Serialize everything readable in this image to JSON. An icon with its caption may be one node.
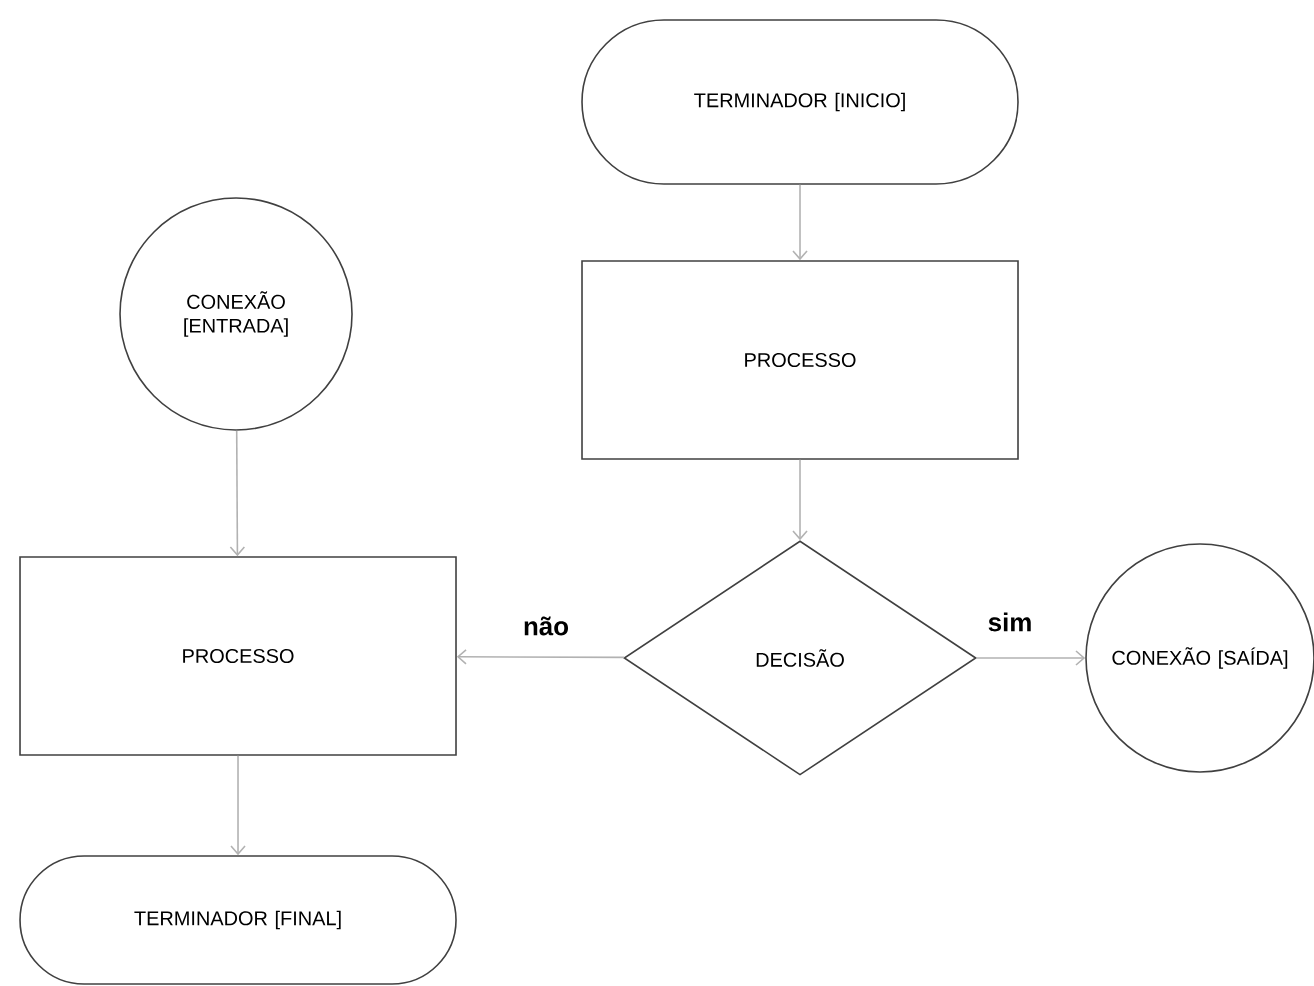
{
  "diagram": {
    "nodes": [
      {
        "text": [
          "TERMINADOR [INICIO]"
        ]
      },
      {
        "text": [
          "CONEXÃO [ENTRADA]"
        ]
      },
      {
        "text": [
          "PROCESSO"
        ]
      },
      {
        "text": [
          "PROCESSO"
        ]
      },
      {
        "text": [
          "DECISÃO"
        ]
      },
      {
        "text": [
          "CONEXÃO [SAÍDA]"
        ]
      },
      {
        "text": [
          "TERMINADOR [FINAL]"
        ]
      }
    ],
    "edges": [
      {
        "from": 0,
        "to": 2,
        "arrow": "to"
      },
      {
        "from": 2,
        "to": 4,
        "arrow": "to"
      },
      {
        "from": 1,
        "to": 3,
        "arrow": "to"
      },
      {
        "from": 4,
        "to": 3,
        "arrow": "to",
        "label": "não"
      },
      {
        "from": 4,
        "to": 5,
        "arrow": "to",
        "label": "sim"
      },
      {
        "from": 3,
        "to": 6,
        "arrow": "to"
      }
    ]
  }
}
